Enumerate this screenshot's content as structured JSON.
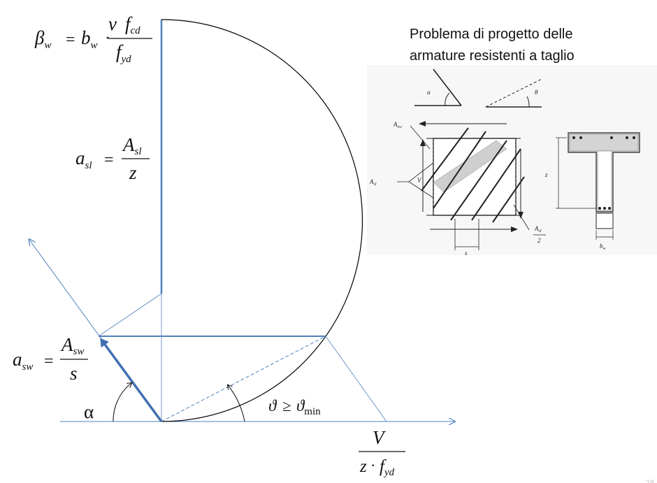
{
  "title": "Problema di progetto delle armature resistenti a taglio",
  "formulas": {
    "beta_w": {
      "lhs_sym": "β",
      "lhs_sub": "w",
      "eq": "=",
      "b": "b",
      "b_sub": "w",
      "dot": "·",
      "nu": "ν",
      "f": "f",
      "cd": "cd",
      "yd": "yd"
    },
    "a_sl": {
      "a": "a",
      "sub": "sl",
      "eq": "=",
      "A": "A",
      "A_sub": "sl",
      "den": "z"
    },
    "a_sw": {
      "a": "a",
      "sub": "sw",
      "eq": "=",
      "A": "A",
      "A_sub": "sw",
      "den": "s"
    },
    "alpha": "α",
    "theta": {
      "sym": "ϑ",
      "rel": "≥",
      "min_sub": "min"
    },
    "V_ratio": {
      "num": "V",
      "z": "z",
      "dot": "·",
      "f": "f",
      "sub": "yd"
    }
  },
  "inset_labels": {
    "alpha": "α",
    "theta": "θ",
    "Asw": "A",
    "Asw_sub": "sw",
    "Asl": "A",
    "Asl_sub": "sl",
    "V": "V",
    "z": "z",
    "s": "s",
    "Asl2_num": "A",
    "Asl2_sub": "sl",
    "Asl2_den": "2",
    "bw": "b",
    "bw_sub": "w"
  },
  "page_number": "28",
  "colors": {
    "blue_line": "#4f81bd",
    "dark_blue_line": "#3f6fb0",
    "arc": "#000000"
  }
}
